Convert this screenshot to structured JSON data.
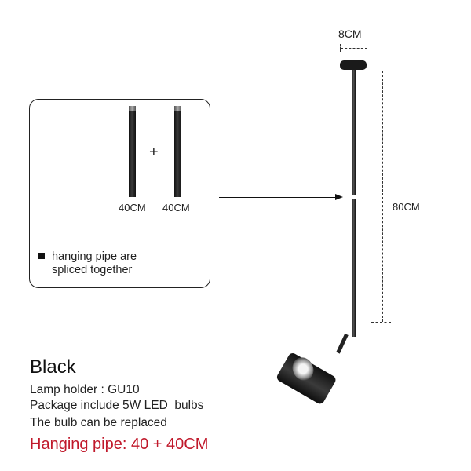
{
  "diagram": {
    "inset": {
      "pipes": [
        {
          "label": "40CM"
        },
        {
          "label": "40CM"
        }
      ],
      "plus_symbol": "+",
      "note_line1": "hanging pipe are",
      "note_line2": "spliced together"
    },
    "dimensions": {
      "canopy_width": "8CM",
      "pipe_length": "80CM"
    }
  },
  "product": {
    "color_name": "Black",
    "specs": [
      "Lamp holder : GU10",
      "Package include 5W LED  bulbs",
      "The bulb can be replaced"
    ],
    "highlight": "Hanging pipe: 40 + 40CM",
    "highlight_color": "#c0192b"
  }
}
